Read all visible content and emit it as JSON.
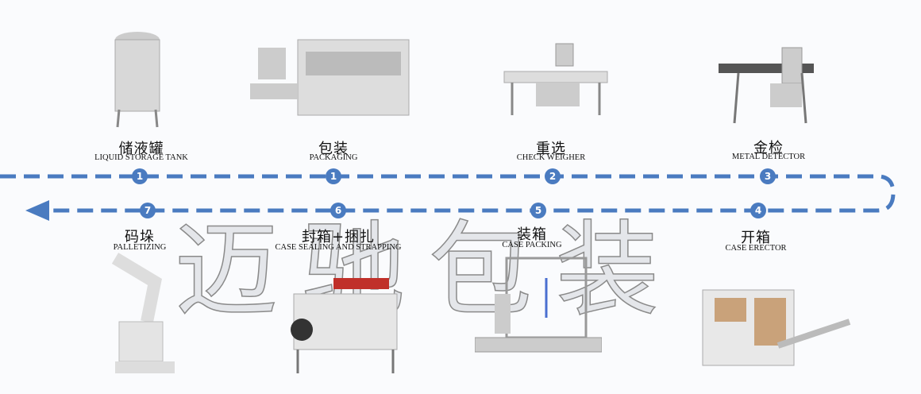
{
  "watermark": "迈驰包装",
  "colors": {
    "flow": "#4a7bc0"
  },
  "top_steps": [
    {
      "cn": "储液罐",
      "en": "LIQUID STORAGE TANK",
      "num": "1"
    },
    {
      "cn": "包装",
      "en": "PACKAGING",
      "num": "1"
    },
    {
      "cn": "重选",
      "en": "CHECK WEIGHER",
      "num": "2"
    },
    {
      "cn": "金检",
      "en": "METAL DETECTOR",
      "num": "3"
    }
  ],
  "bottom_steps": [
    {
      "cn": "码垛",
      "en": "PALLETIZING",
      "num": "7"
    },
    {
      "cn": "封箱+捆扎",
      "en": "CASE SEALING AND STRAPPING",
      "num": "6"
    },
    {
      "cn": "装箱",
      "en": "CASE PACKING",
      "num": "5"
    },
    {
      "cn": "开箱",
      "en": "CASE ERECTOR",
      "num": "4"
    }
  ]
}
